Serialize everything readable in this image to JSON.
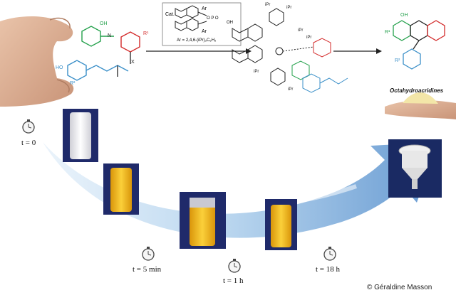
{
  "scheme": {
    "catalyst_label": "Cat.",
    "catalyst_ar_tags": [
      "Ar",
      "Ar"
    ],
    "catalyst_oh": "OH",
    "catalyst_group": "O P O",
    "ar_definition": "Ar = 2,4,6-(iPr)₃C₆H₂",
    "ts_labels": [
      "iPr",
      "iPr",
      "iPr",
      "iPr",
      "iPr",
      "iPr"
    ],
    "product_label": "Octahydroacridines",
    "product_oh": "OH",
    "product_r1": "R¹",
    "product_r2": "R²"
  },
  "reactant": {
    "oh_top": "OH",
    "n_label": "N",
    "r1": "R¹",
    "r2": "R²",
    "ho": "HO",
    "x_label": "X"
  },
  "timeline": {
    "labels": [
      "t = 0",
      "t = 5 min",
      "t = 1 h",
      "t = 18 h"
    ]
  },
  "credit": "© Géraldine Masson",
  "colors": {
    "arrow_light": "#dcecf8",
    "arrow_mid": "#a9cbe9",
    "arrow_dark": "#6d9fd3",
    "suspension_white": "#f2f2f2",
    "suspension_yellow": "#f2b616",
    "vial_backdrop": "#1f2a6a",
    "green_fragment": "#23a04b",
    "red_fragment": "#d32a2a",
    "blue_fragment": "#3a8fc8"
  }
}
